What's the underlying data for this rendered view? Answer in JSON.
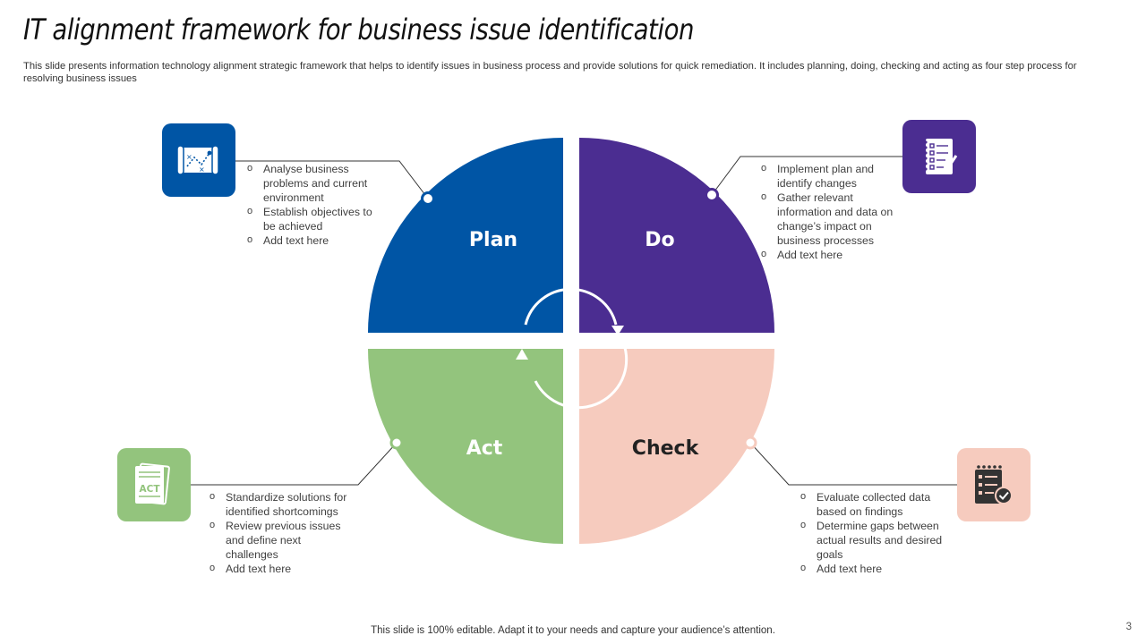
{
  "slide": {
    "title": "IT alignment framework for business issue identification",
    "subtitle": "This slide presents information technology alignment strategic framework that helps to identify issues in business process and provide solutions for quick remediation. It includes planning, doing, checking and acting as four step process for resolving business issues",
    "footer": "This slide is 100% editable. Adapt it to your needs and capture your audience’s attention.",
    "page_number": "3"
  },
  "colors": {
    "plan": "#0055A5",
    "do": "#4B2D91",
    "act": "#93C47D",
    "check": "#F6CBBE"
  },
  "quadrants": {
    "plan": {
      "label": "Plan",
      "icon": "map-strategy-icon",
      "bullets": [
        "Analyse business problems and current environment",
        "Establish objectives to be achieved",
        "Add text here"
      ]
    },
    "do": {
      "label": "Do",
      "icon": "checklist-notebook-icon",
      "bullets": [
        "Implement plan and identify changes",
        "Gather relevant information and data on change’s impact on business processes",
        "Add text here"
      ]
    },
    "act": {
      "label": "Act",
      "icon": "act-document-icon",
      "icon_text": "ACT",
      "bullets": [
        "Standardize solutions for identified shortcomings",
        "Review previous issues and define next challenges",
        "Add text here"
      ]
    },
    "check": {
      "label": "Check",
      "icon": "checklist-clipboard-icon",
      "bullets": [
        "Evaluate collected data based on findings",
        "Determine gaps between actual results and desired goals",
        "Add text here"
      ]
    }
  }
}
